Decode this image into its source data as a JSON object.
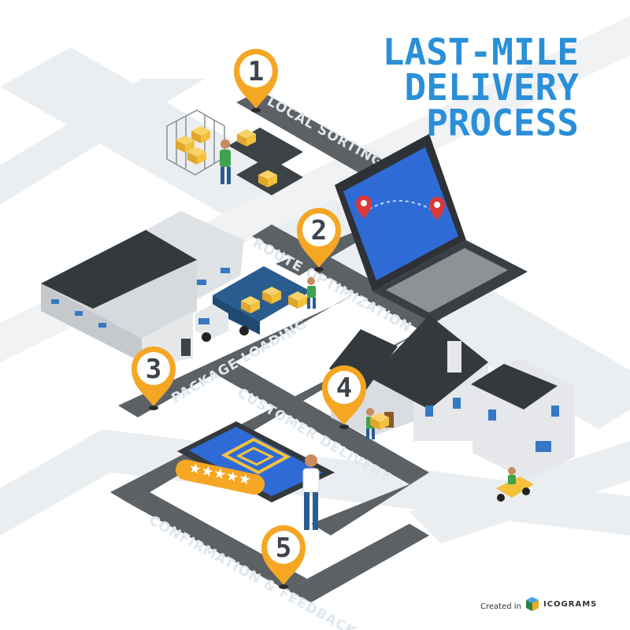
{
  "title": {
    "line1": "LAST-MILE",
    "line2": "DELIVERY",
    "line3": "PROCESS"
  },
  "steps": [
    {
      "number": "1",
      "label": "LOCAL SORTING"
    },
    {
      "number": "2",
      "label": "ROUTE OPTIMIZATION"
    },
    {
      "number": "3",
      "label": "PACKAGE LOADING"
    },
    {
      "number": "4",
      "label": "CUSTOMER DELIVERY"
    },
    {
      "number": "5",
      "label": "CONFIRMATION & FEEDBACK"
    }
  ],
  "credit": {
    "prefix": "Created in",
    "brand": "ICOGRAMS"
  },
  "colors": {
    "road": "#5c6166",
    "pin": "#f5a623",
    "title": "#2a8fd8",
    "screen": "#2f6bd6",
    "box": "#f4c13d"
  },
  "icons": [
    "map-pin-icon",
    "laptop-icon",
    "smartphone-icon",
    "truck-icon",
    "scooter-icon",
    "warehouse-icon",
    "house-icon",
    "package-icon",
    "star-icon",
    "icograms-logo-icon"
  ]
}
